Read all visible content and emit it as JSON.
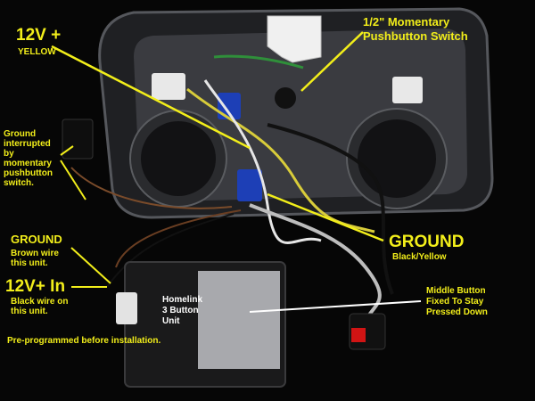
{
  "labels": {
    "v12_title": "12V +",
    "v12_sub": "YELLOW",
    "switch_line1": "1/2\" Momentary",
    "switch_line2": "Pushbutton Switch",
    "ground_left_1": "Ground",
    "ground_left_2": "interrupted",
    "ground_left_3": "by",
    "ground_left_4": "momentary",
    "ground_left_5": "pushbutton",
    "ground_left_6": "switch.",
    "ground_mid_title": "GROUND",
    "ground_mid_sub1": "Brown wire",
    "ground_mid_sub2": "this unit.",
    "ground_right_title": "GROUND",
    "ground_right_sub": "Black/Yellow",
    "v12_in_title": "12V+ In",
    "v12_in_sub1": "Black wire on",
    "v12_in_sub2": "this unit.",
    "preprog": "Pre-programmed before installation.",
    "homelink_1": "Homelink",
    "homelink_2": "3 Button",
    "homelink_3": "Unit",
    "middle_1": "Middle Button",
    "middle_2": "Fixed To Stay",
    "middle_3": "Pressed Down"
  },
  "colors": {
    "annotation_yellow": "#f2ee1a",
    "annotation_white": "#ffffff",
    "annotation_dark": "#111111",
    "housing": "#3a3b3f",
    "background": "#050505"
  }
}
